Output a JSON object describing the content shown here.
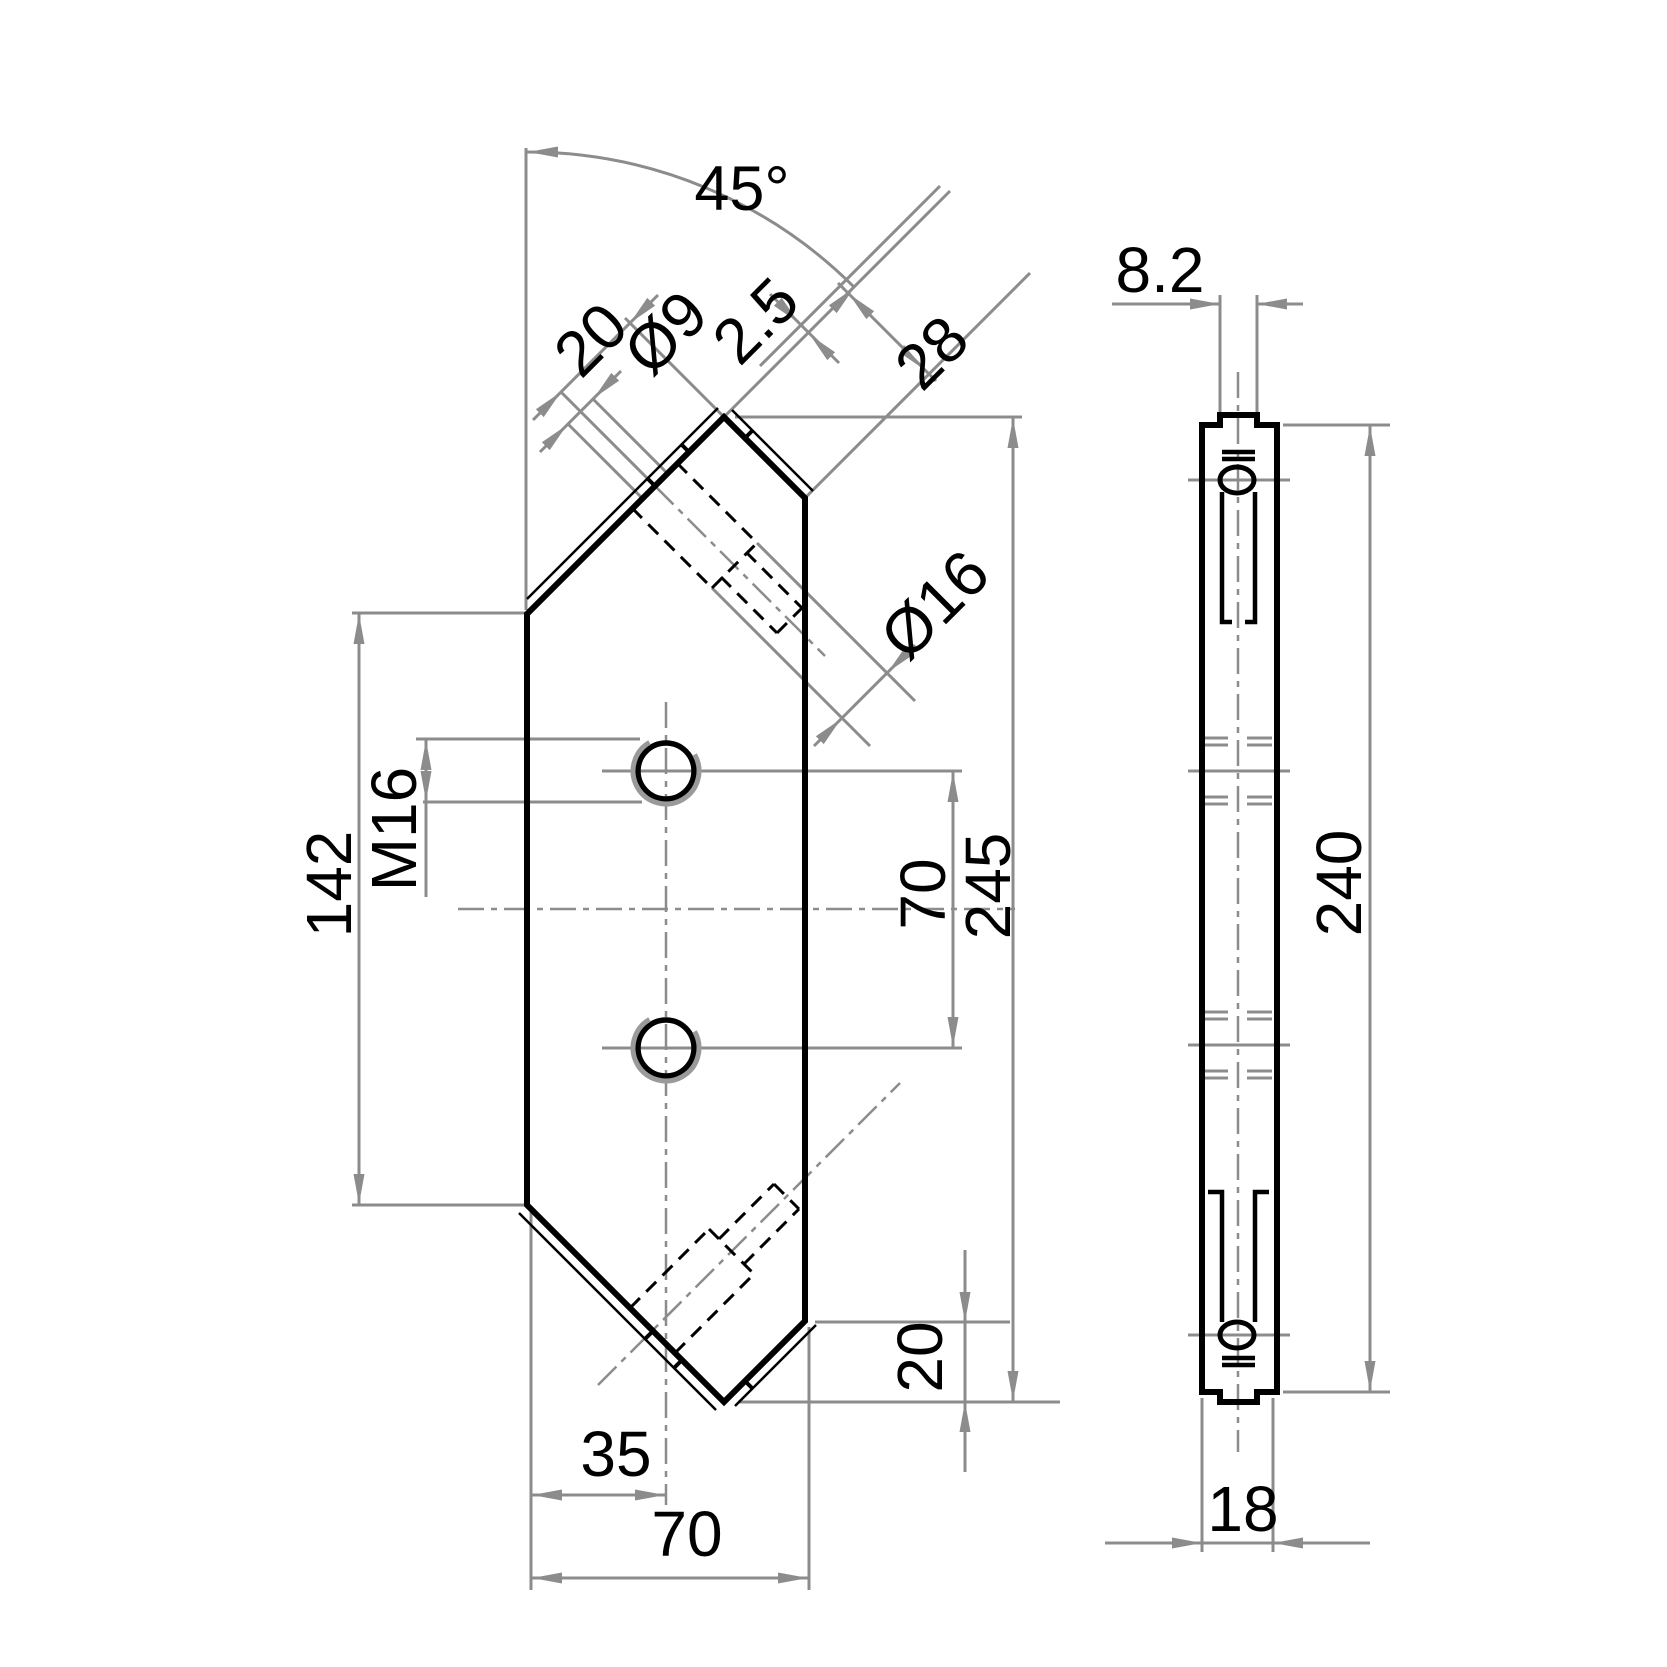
{
  "title": "Technical drawing - beveled corner blade plate, front and side views",
  "colors": {
    "outline": "#000000",
    "dimension_gray": "#8c8c8c",
    "background": "#ffffff"
  },
  "labels": {
    "angle": "45°",
    "offset_20_top": "20",
    "dia_9": "Ø9",
    "tip_2_5": "2.5",
    "chamfer_28": "28",
    "dia_16": "Ø16",
    "edge_8_2": "8.2",
    "flat_142": "142",
    "thread_m16": "M16",
    "hole_spacing_70": "70",
    "height_245": "245",
    "side_height_240": "240",
    "corner_20_bottom": "20",
    "offset_35": "35",
    "width_70": "70",
    "thickness_18": "18"
  },
  "views": {
    "front": {
      "description": "plate with 45° beveled corners, two tapped holes",
      "width": "70",
      "total_height": "245",
      "straight_edge": "142",
      "corner_bevel_rise": "20",
      "bevel_face_length": "28",
      "bevel_angle": "45°",
      "tip_offset": "2.5",
      "cross_hole_small": "Ø9",
      "cross_hole_counterbore": "Ø16",
      "tapped_holes": "M16",
      "hole_spacing": "70",
      "hole_center_from_edge": "35",
      "corner_height": "20"
    },
    "side": {
      "description": "edge view of plate",
      "thickness": "18",
      "edge_land": "8.2",
      "body_height": "240"
    }
  }
}
